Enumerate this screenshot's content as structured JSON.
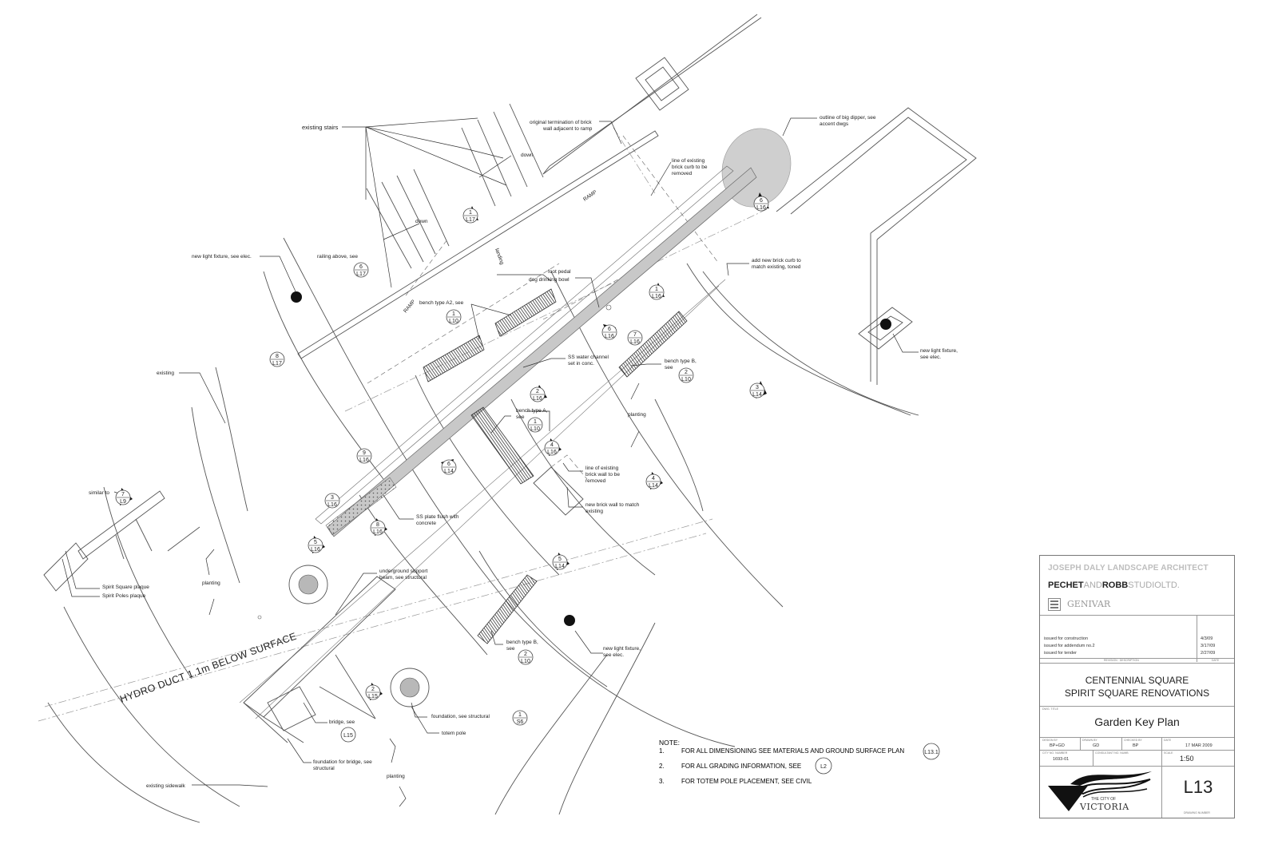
{
  "labels": {
    "existing_stairs": "existing stairs",
    "original_termination_1": "original termination of brick",
    "original_termination_2": "wall adjacent to ramp",
    "down_1": "down",
    "down_2": "down",
    "ramp_1": "RAMP",
    "ramp_2": "RAMP",
    "landing": "landing",
    "line_existing_curb_1": "line of existing",
    "line_existing_curb_2": "brick curb to be",
    "line_existing_curb_3": "removed",
    "big_dipper_1": "outline of big dipper,  see",
    "big_dipper_2": "accent dwgs",
    "new_light_fixture_left": "new light fixture,  see elec.",
    "railing_above": "railing above,  see",
    "foot_pedal": "foot pedal",
    "dog_bowl": "dog drinking bowl",
    "add_brick_curb_1": "add new brick curb to",
    "add_brick_curb_2": "match existing, toned",
    "bench_a2": "bench type A2,  see",
    "light_right_1": "new light fixture,",
    "light_right_2": "see elec.",
    "existing": "existing",
    "ss_channel_1": "SS water channel",
    "ss_channel_2": "set in conc.",
    "bench_b_upper_1": "bench type B,",
    "bench_b_upper_2": "see",
    "planting_1": "planting",
    "bench_a_1": "bench type A,",
    "bench_a_2": "see",
    "line_brick_wall_1": "line of existing",
    "line_brick_wall_2": "brick wall to be",
    "line_brick_wall_3": "removed",
    "new_brick_wall_1": "new brick wall to match",
    "new_brick_wall_2": "existing",
    "similar_to": "similar to",
    "ss_plate_1": "SS plate flush with",
    "ss_plate_2": "concrete",
    "underground_1": "underground support",
    "underground_2": "beam, see structural",
    "spirit_square_plaque": "Spirit Square plaque",
    "spirit_poles_plaque": "Spirit Poles plaque",
    "planting_2": "planting",
    "bench_b_lower_1": "bench type B,",
    "bench_b_lower_2": "see",
    "light_lower_1": "new light fixture,",
    "light_lower_2": "see elec.",
    "hydro_duct": "HYDRO DUCT 1.1m BELOW SURFACE",
    "foundation": "foundation,  see structural",
    "totem_pole": "totem pole",
    "bridge": "bridge,  see",
    "foundation_bridge_1": "foundation for bridge, see",
    "foundation_bridge_2": "structural",
    "planting_3": "planting",
    "existing_sidewalk": "existing sidewalk"
  },
  "tags": [
    {
      "id": "t1",
      "top": "1",
      "bottom": "L17"
    },
    {
      "id": "t2",
      "top": "6",
      "bottom": "L17"
    },
    {
      "id": "t3",
      "top": "1",
      "bottom": "L10"
    },
    {
      "id": "t4",
      "top": "8",
      "bottom": "L17"
    },
    {
      "id": "t5",
      "top": "6",
      "bottom": "L16"
    },
    {
      "id": "t6",
      "top": "1",
      "bottom": "L16"
    },
    {
      "id": "t7",
      "top": "6",
      "bottom": "L16"
    },
    {
      "id": "t8",
      "top": "7",
      "bottom": "L16"
    },
    {
      "id": "t9",
      "top": "2",
      "bottom": "L10"
    },
    {
      "id": "t10",
      "top": "3",
      "bottom": "L14"
    },
    {
      "id": "t11",
      "top": "2",
      "bottom": "L16"
    },
    {
      "id": "t12",
      "top": "1",
      "bottom": "L10"
    },
    {
      "id": "t13",
      "top": "4",
      "bottom": "L16"
    },
    {
      "id": "t14",
      "top": "9",
      "bottom": "L16"
    },
    {
      "id": "t15",
      "top": "6",
      "bottom": "L14"
    },
    {
      "id": "t16",
      "top": "4",
      "bottom": "L14"
    },
    {
      "id": "t17",
      "top": "7",
      "bottom": "L9"
    },
    {
      "id": "t18",
      "top": "3",
      "bottom": "L16"
    },
    {
      "id": "t19",
      "top": "8",
      "bottom": "L16"
    },
    {
      "id": "t20",
      "top": "5",
      "bottom": "L16"
    },
    {
      "id": "t21",
      "top": "5",
      "bottom": "L14"
    },
    {
      "id": "t22",
      "top": "2",
      "bottom": "L10"
    },
    {
      "id": "t23",
      "top": "2",
      "bottom": "L15"
    },
    {
      "id": "t24",
      "top": "1",
      "bottom": "S6"
    },
    {
      "id": "t25",
      "top": "",
      "bottom": "L15"
    }
  ],
  "notes": {
    "heading": "NOTE:",
    "items": [
      {
        "num": "1.",
        "text": "FOR ALL DIMENSIONING SEE MATERIALS AND GROUND SURFACE PLAN",
        "ref": "L13.1"
      },
      {
        "num": "2.",
        "text": "FOR ALL GRADING INFORMATION, SEE",
        "ref": "L2"
      },
      {
        "num": "3.",
        "text": "FOR TOTEM POLE PLACEMENT, SEE CIVIL",
        "ref": ""
      }
    ]
  },
  "title_block": {
    "firm1": "JOSEPH DALY LANDSCAPE ARCHITECT",
    "firm2_a": "PECHET",
    "firm2_b": "AND",
    "firm2_c": "ROBB",
    "firm2_d": "STUDIOLTD.",
    "firm3": "GENIVAR",
    "issues": [
      {
        "desc": "issued for construction",
        "date": "4/3/09"
      },
      {
        "desc": "issued for addendum no.2",
        "date": "3/17/09"
      },
      {
        "desc": "issued for tender",
        "date": "2/27/09"
      }
    ],
    "issue_hdr_desc": "REVISION · DESCRIPTION",
    "issue_hdr_date": "DATE",
    "project_line1": "CENTENNIAL SQUARE",
    "project_line2": "SPIRIT SQUARE RENOVATIONS",
    "dwg_title_hdr": "DWG. TITLE",
    "dwg_title": "Garden Key Plan",
    "designed_hdr": "DESIGN BY",
    "designed": "BP+GD",
    "drawn_hdr": "DRAWN BY",
    "drawn": "GD",
    "checked_hdr": "CHECKED BY",
    "checked": "BP",
    "date_hdr": "DATE",
    "date": "17 MAR 2009",
    "city_hdr": "CITY NO. NUMBER",
    "city_no": "1693-01",
    "consult_hdr": "CONSULTANT NO. NUMB",
    "scale_hdr": "SCALE",
    "scale": "1:50",
    "logo_line1": "THE CITY OF",
    "logo_line2": "VICTORIA",
    "sheet": "L13",
    "sheet_hdr": "DRAWING NUMBER"
  }
}
